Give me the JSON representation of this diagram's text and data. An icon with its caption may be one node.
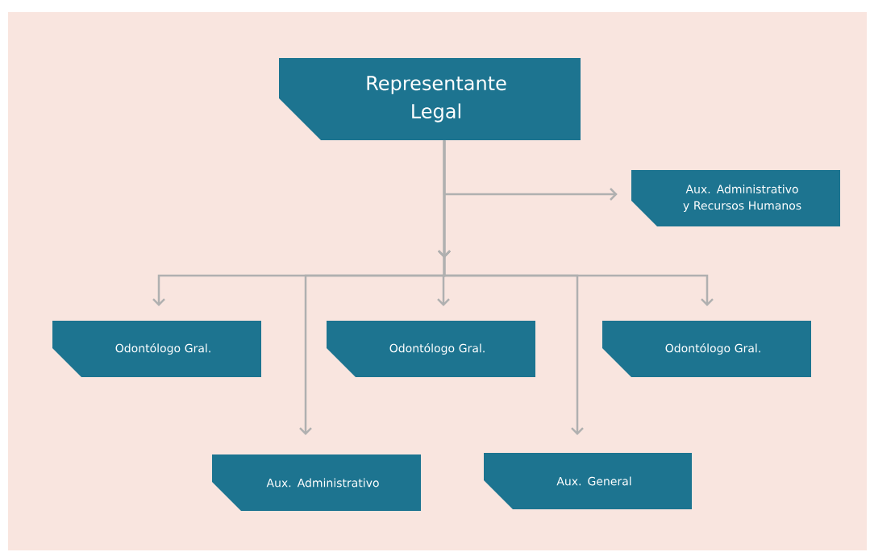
{
  "diagram": {
    "nodes": [
      {
        "text": [
          "Representante Legal"
        ]
      },
      {
        "text": [
          "Aux. Administrativo y Recursos Humanos"
        ]
      },
      {
        "text": [
          "Odontólogo Gral."
        ]
      },
      {
        "text": [
          "Odontólogo Gral."
        ]
      },
      {
        "text": [
          "Odontólogo Gral."
        ]
      },
      {
        "text": [
          "Aux. Administrativo"
        ]
      },
      {
        "text": [
          "Aux. General"
        ]
      }
    ],
    "edges": [
      {
        "from": 0,
        "to": 1,
        "arrow": "to"
      },
      {
        "from": 0,
        "to": 2,
        "arrow": "to"
      },
      {
        "from": 0,
        "to": 3,
        "arrow": "to"
      },
      {
        "from": 0,
        "to": 4,
        "arrow": "to"
      },
      {
        "from": 0,
        "to": 5,
        "arrow": "to"
      },
      {
        "from": 0,
        "to": 6,
        "arrow": "to"
      }
    ]
  }
}
